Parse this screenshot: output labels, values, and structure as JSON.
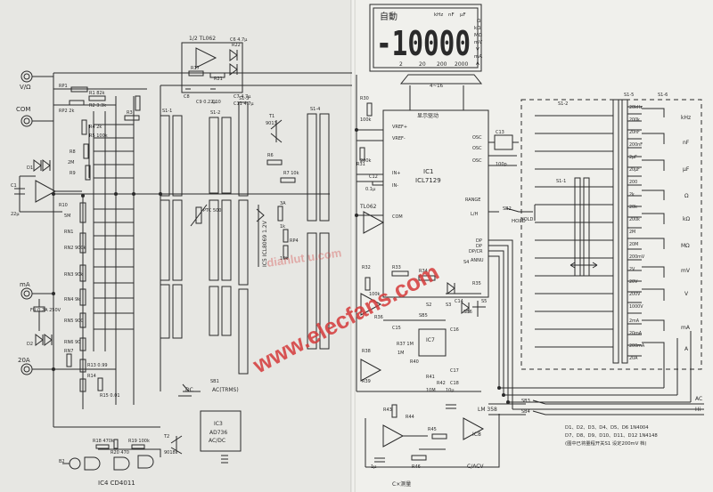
{
  "lcd": {
    "segment": "-10000",
    "icons_text": "自動",
    "units_top": [
      "kHz",
      "nF",
      "μF"
    ],
    "units_right": [
      "Ω",
      "kΩ",
      "MΩ",
      "mV",
      "V",
      "mA",
      "A"
    ],
    "ranges": [
      "2",
      "20",
      "200",
      "2000"
    ]
  },
  "terminals": [
    "V/Ω",
    "COM",
    "mA",
    "20A"
  ],
  "ic_labels": {
    "tl062_top": "1/2 TL062",
    "ic1_main": "IC1",
    "ic1_model": "ICL7129",
    "display_driver": "显示驱动",
    "bus": "4~16",
    "ad736": "AD736",
    "acdc": "AC/DC",
    "ic3": "IC3",
    "cd4011": "IC4 CD4011",
    "tl062": "TL062",
    "icl8069": "IC5 ICL8069 1.2V",
    "ic7": "IC7",
    "lm358": "LM 358",
    "ic8": "IC8"
  },
  "ic_pins": [
    "VREF+",
    "VREF-",
    "IN+",
    "IN-",
    "COM",
    "OSC",
    "OSC",
    "OSC",
    "RANGE",
    "L/H",
    "DP",
    "DP/CR",
    "ANNU",
    "DP",
    "HOLD",
    "S1-2",
    "S1-1"
  ],
  "components_left": [
    "RP1",
    "RP2 2k",
    "R1 82k",
    "R2 3.3k",
    "R3",
    "R4 2k",
    "R5 100k",
    "2M",
    "R8",
    "R9",
    "5M",
    "R10",
    "RN1",
    "RN2 900k",
    "RN3 90k",
    "RN4 9k",
    "RN5 900",
    "RN6 90",
    "RN7",
    "R13 0.99",
    "R14",
    "R15 0.01",
    "FU 0.2A 250V",
    "D1",
    "D2",
    "C1",
    "22μ",
    "PTC 500",
    "T1",
    "9013",
    "T2",
    "9018",
    "R6",
    "R7 10k",
    "3A",
    "1k",
    "16k",
    "RP4",
    "B2",
    "R18 470k",
    "R19 100k",
    "R20 470",
    "R21",
    "R17",
    "R22",
    "C6 4.7μ",
    "C7 4.7μ",
    "C8",
    "C9 0.22μ",
    "C10",
    "C11 4.7μ"
  ],
  "components_right": [
    "R30",
    "R31",
    "100k",
    "200k",
    "0.1μ",
    "100p",
    "C12",
    "C13",
    "C14",
    "C15",
    "C16",
    "C17",
    "C18",
    "R32",
    "R33",
    "R34",
    "R35",
    "R36",
    "R37 1M",
    "R38",
    "R39",
    "R40",
    "R41",
    "R42",
    "R43",
    "R44",
    "R45",
    "R46",
    "100k",
    "1M",
    "10M",
    "10μ",
    "1μ",
    "S2",
    "S3",
    "S4",
    "S5"
  ],
  "switches": [
    "S1-1",
    "S1-2",
    "S1-3",
    "S1-4",
    "S1-5",
    "S1-6",
    "SB1",
    "SB2",
    "SB3",
    "SB4",
    "SB5",
    "SB6"
  ],
  "switch_labels": [
    "DC",
    "AC(TRMS)",
    "HOLD",
    "AC",
    "Hi",
    "C/ACV"
  ],
  "range_values": [
    "20kHz",
    "200k",
    "20nF",
    "200nF",
    "2μF",
    "20μF",
    "200",
    "2k",
    "20k",
    "200k",
    "2M",
    "20M",
    "200mV",
    "2V",
    "20V",
    "200V",
    "1000V",
    "2mA",
    "20mA",
    "200mA",
    "20A"
  ],
  "range_groups": [
    "kHz",
    "nF",
    "μF",
    "Ω",
    "kΩ",
    "MΩ",
    "mV",
    "V",
    "mA",
    "A"
  ],
  "notes": [
    "D1、D2、D3、D4、D5、D6 1N4004",
    "D7、D8、D9、D10、D11、D12 1N4148",
    "(图中已将量程开关S1 设定200mV 档)"
  ],
  "watermarks": [
    "dianlut u.com",
    "www.elecfans.com"
  ],
  "bottom_label": "C×测量",
  "colors": {
    "ink": "#2a2a2a",
    "paper": "#ebebe6",
    "watermark": "#d53a3a"
  }
}
